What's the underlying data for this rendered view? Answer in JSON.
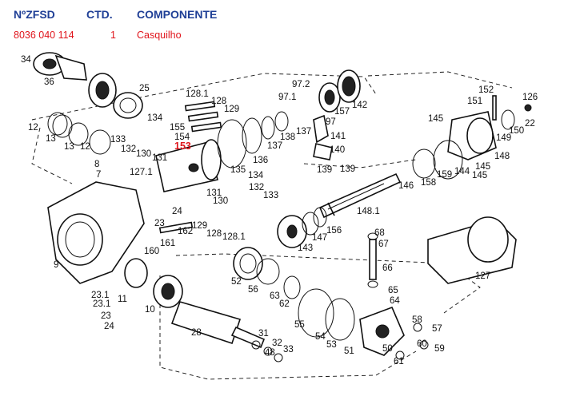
{
  "header": {
    "col_part_no": "NºZFSD",
    "col_qty": "CTD.",
    "col_component": "COMPONENTE"
  },
  "selected_row": {
    "part_no": "8036 040 114",
    "qty": "1",
    "component": "Casquilho"
  },
  "highlighted_callout": "153",
  "callouts": [
    "34",
    "36",
    "25",
    "12",
    "13",
    "13",
    "12",
    "128.1",
    "128",
    "129",
    "97.2",
    "97.1",
    "157",
    "142",
    "152",
    "151",
    "126",
    "145",
    "22",
    "150",
    "149",
    "148",
    "145",
    "144",
    "145",
    "159",
    "158",
    "146",
    "134",
    "155",
    "154",
    "153",
    "133",
    "132",
    "130",
    "131",
    "137",
    "138",
    "137",
    "97",
    "141",
    "140",
    "139",
    "139",
    "136",
    "135",
    "134",
    "132",
    "133",
    "131",
    "130",
    "129",
    "128",
    "128.1",
    "162",
    "161",
    "160",
    "8",
    "7",
    "127.1",
    "23",
    "24",
    "9",
    "148.1",
    "156",
    "147",
    "143",
    "68",
    "67",
    "66",
    "65",
    "64",
    "127",
    "52",
    "56",
    "63",
    "62",
    "55",
    "54",
    "53",
    "51",
    "50",
    "61",
    "58",
    "57",
    "60",
    "59",
    "11",
    "10",
    "23.1",
    "23.1",
    "23",
    "24",
    "28",
    "31",
    "32",
    "33",
    "48"
  ]
}
